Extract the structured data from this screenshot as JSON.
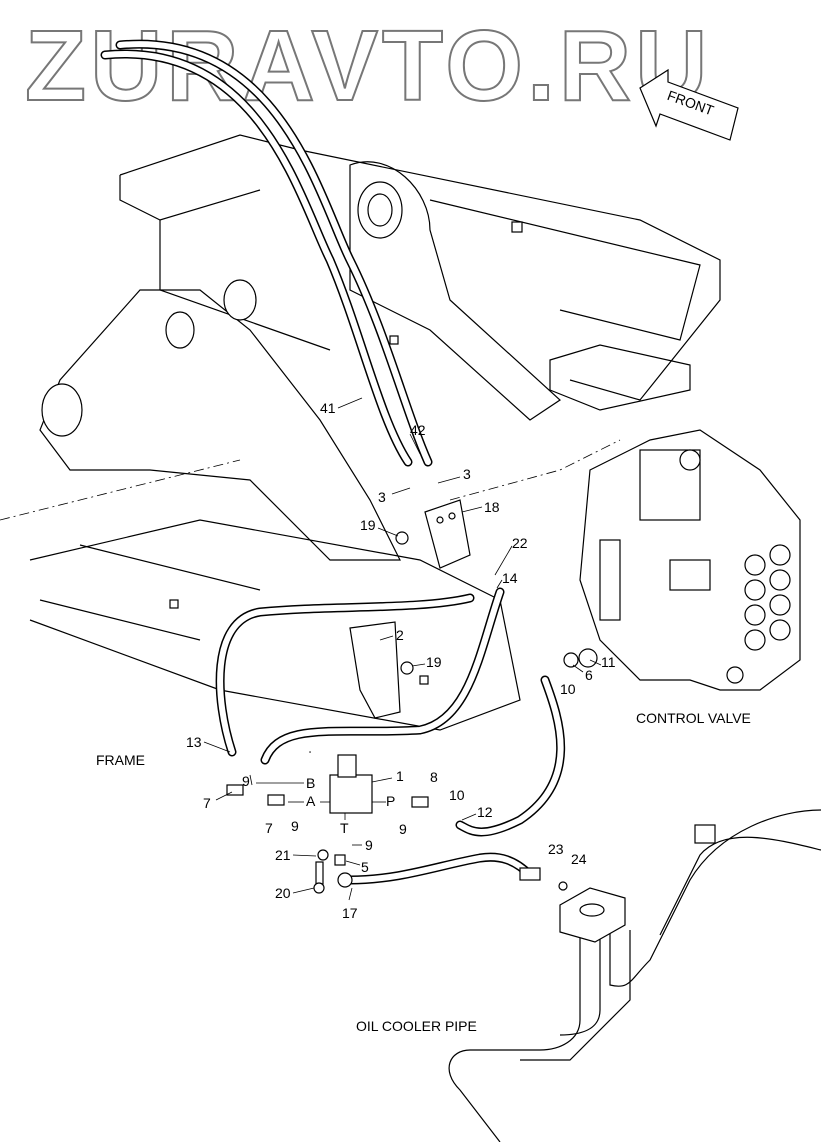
{
  "watermark": "ZURAVTO.RU",
  "front_arrow": "FRONT",
  "captions": {
    "frame": "FRAME",
    "control_valve": "CONTROL VALVE",
    "oil_cooler_pipe": "OIL COOLER PIPE"
  },
  "callouts": [
    "41",
    "42",
    "3",
    "3",
    "18",
    "19",
    "22",
    "14",
    "2",
    "19",
    "11",
    "6",
    "10",
    "13",
    "7",
    "9",
    "B",
    "1",
    "8",
    "10",
    "7",
    "9",
    "A",
    "P",
    "9",
    "12",
    "T",
    "9",
    "21",
    "5",
    "20",
    "17",
    "23",
    "24"
  ]
}
